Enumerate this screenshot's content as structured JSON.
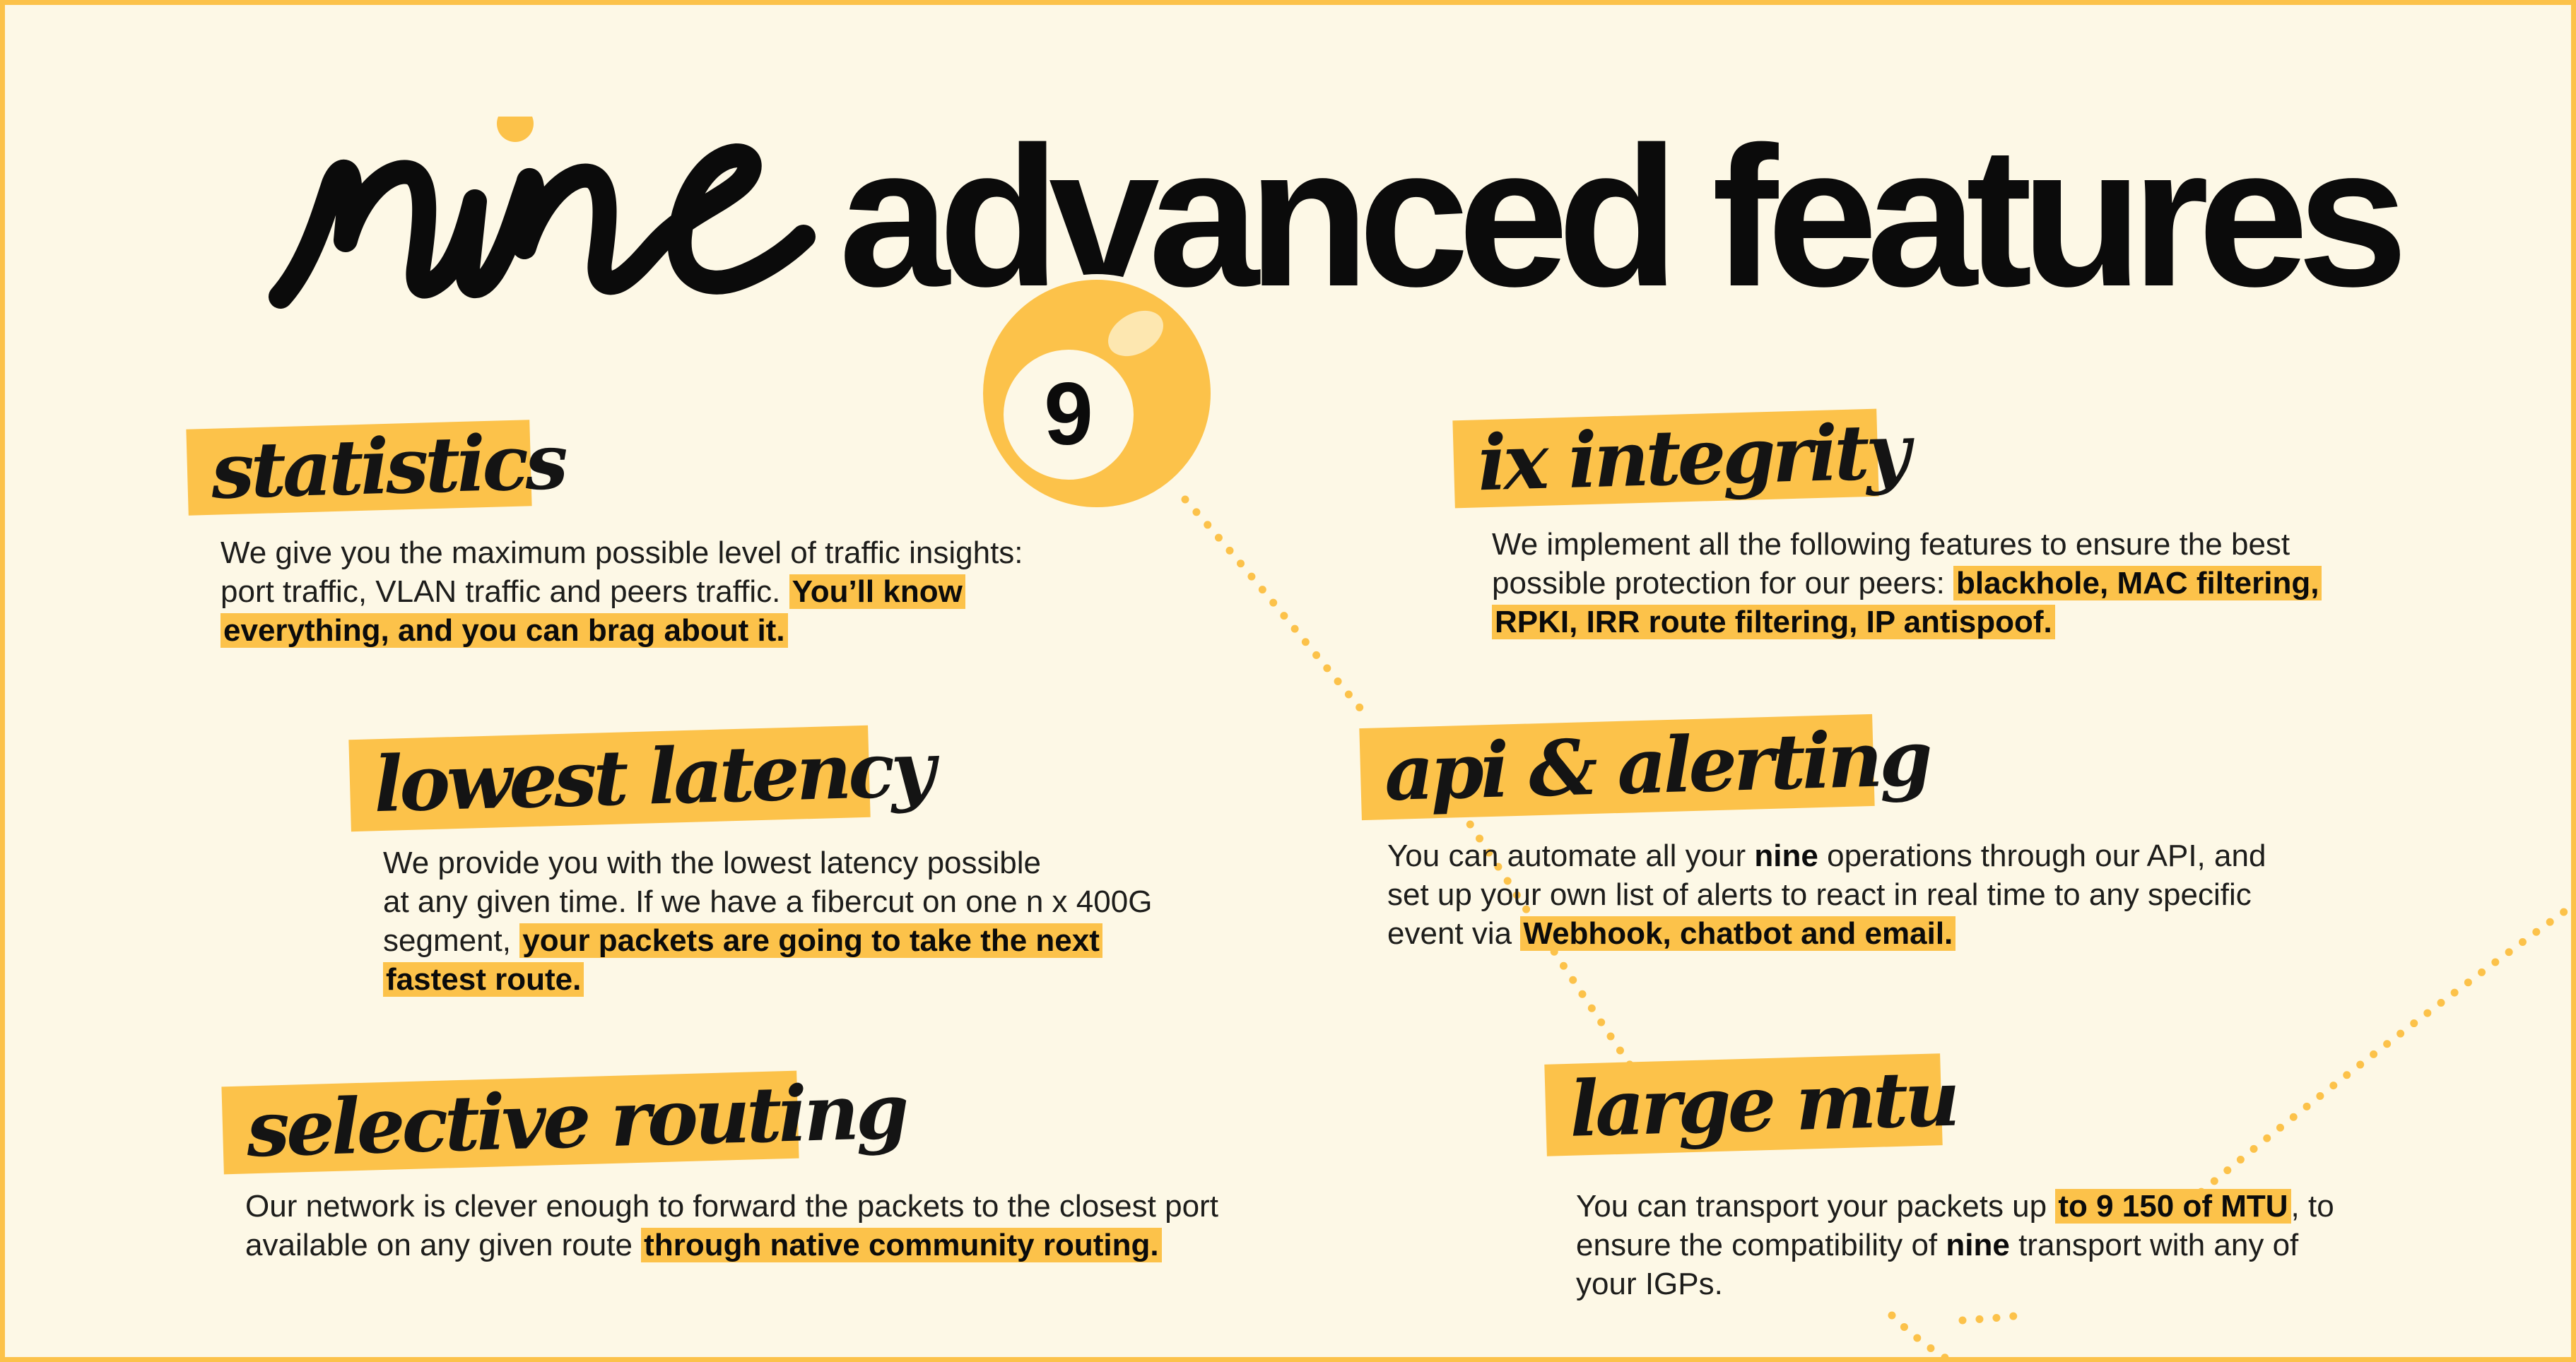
{
  "logo": {
    "text": "nine"
  },
  "headline": "advanced features",
  "ball": {
    "number": "9"
  },
  "colors": {
    "accent": "#fcc24a",
    "background": "#fdf8e6",
    "text": "#1d1d1b"
  },
  "features": {
    "statistics": {
      "title": "statistics",
      "text": "We give you the maximum possible level of traffic insights:",
      "text2": "port traffic, VLAN traffic and peers traffic.",
      "highlight": "You’ll know",
      "highlight2": "everything, and you can brag about it."
    },
    "ix_integrity": {
      "title": "ix integrity",
      "text": "We implement all the following features to ensure the best",
      "text2": "possible protection for our peers:",
      "highlight": "blackhole, MAC filtering,",
      "highlight2": "RPKI, IRR route filtering, IP antispoof."
    },
    "lowest_latency": {
      "title": "lowest latency",
      "text": "We provide you with the lowest latency possible",
      "text2": "at any given time. If we have a fibercut on one n x 400G",
      "text3": "segment,",
      "highlight": "your packets are going to take the next",
      "highlight2": "fastest route."
    },
    "api_alerting": {
      "title": "api & alerting",
      "text": "You can automate all your",
      "bold": "nine",
      "text_after": "operations through our API, and",
      "text2": "set up your own list of alerts to react in real time to any specific",
      "text3": "event via",
      "highlight": "Webhook, chatbot and email."
    },
    "selective_routing": {
      "title": "selective routing",
      "text": "Our network is clever enough to forward the packets to the closest port",
      "text2": "available on any given route",
      "highlight": "through native community routing."
    },
    "large_mtu": {
      "title": "large mtu",
      "text": "You can transport your packets up",
      "highlight": "to 9 150 of MTU",
      "text_after": ", to",
      "text2": "ensure the compatibility of",
      "bold": "nine",
      "text2_after": "transport with any of",
      "text3": "your IGPs."
    }
  }
}
